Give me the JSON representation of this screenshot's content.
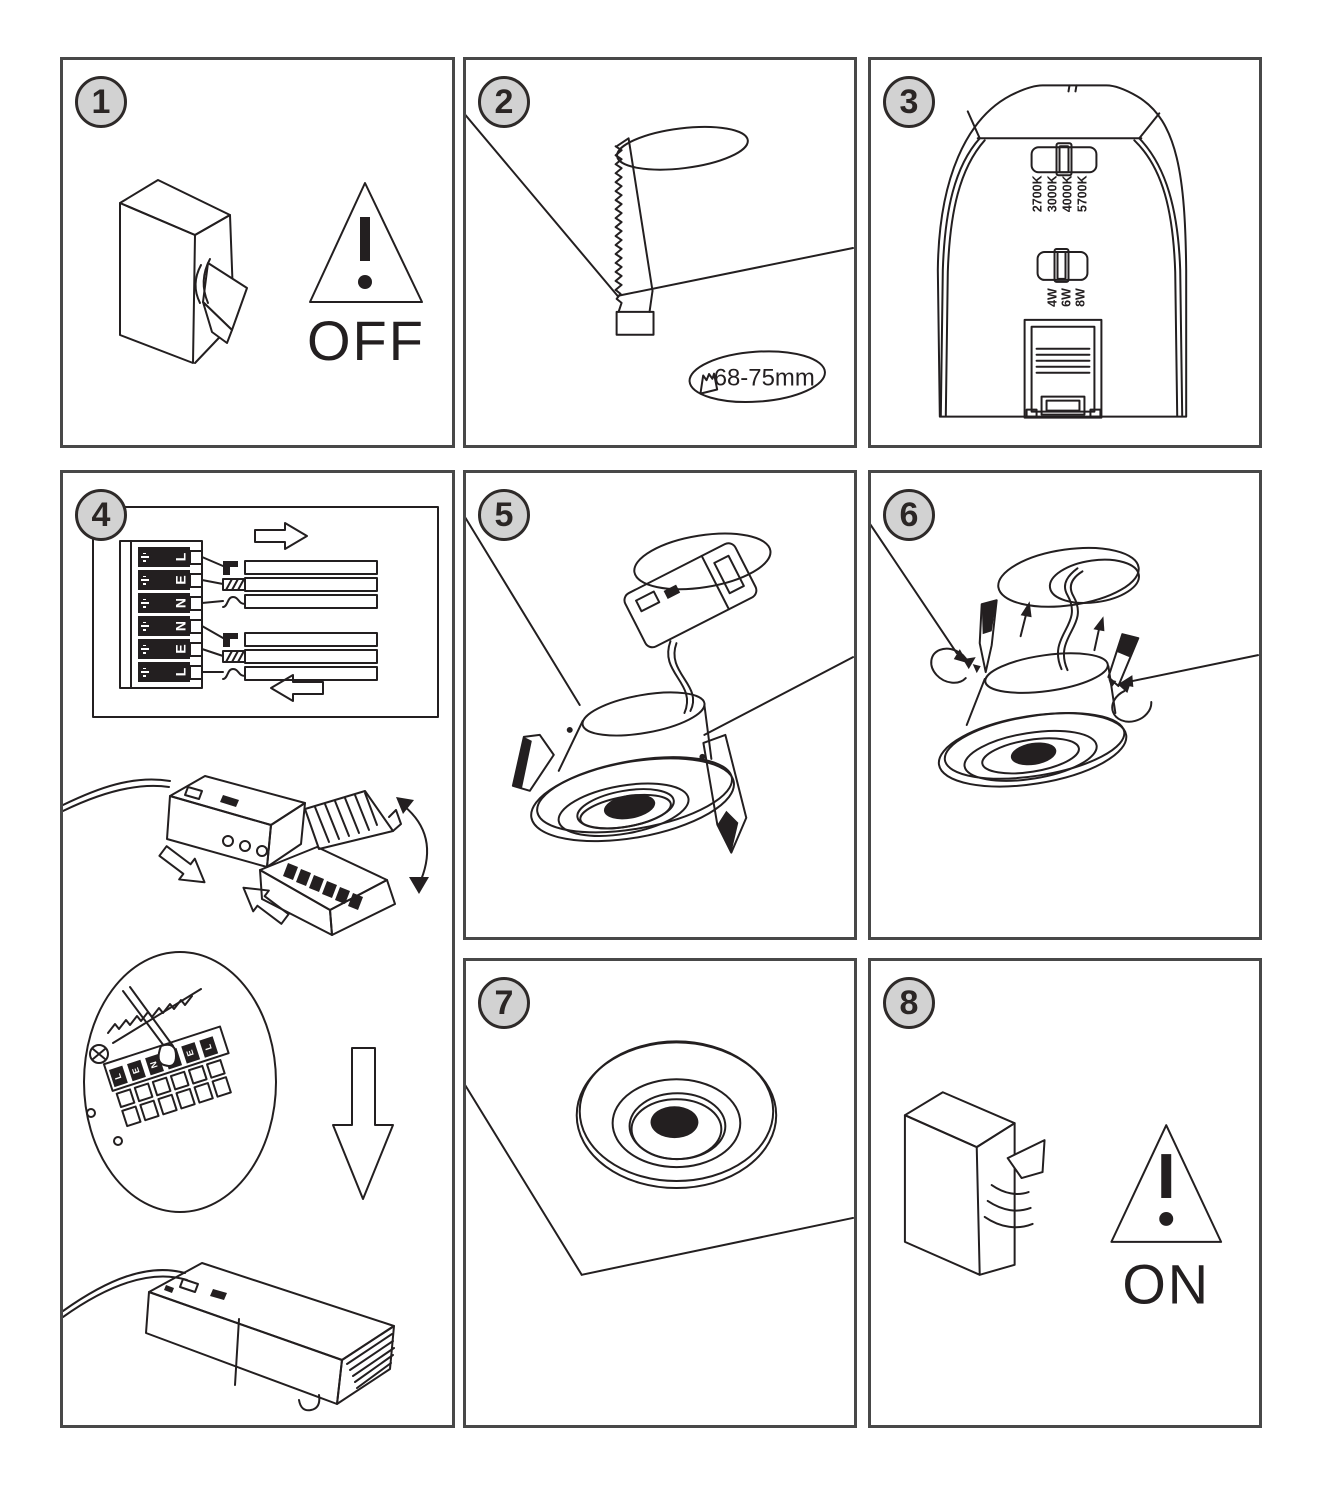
{
  "page": {
    "background": "#ffffff",
    "line_color": "#231f20",
    "panel_border_color": "#484848",
    "badge_fill": "#d2d2d2"
  },
  "panels": [
    {
      "number": "1",
      "warning_label": "OFF"
    },
    {
      "number": "2",
      "hole_diameter_label": "68-75mm"
    },
    {
      "number": "3",
      "cct_options": [
        "2700K",
        "3000K",
        "4000K",
        "5700K"
      ],
      "power_options": [
        "4W",
        "6W",
        "8W"
      ]
    },
    {
      "number": "4",
      "terminal_labels": [
        "L",
        "E",
        "N",
        "N",
        "E",
        "L"
      ]
    },
    {
      "number": "5"
    },
    {
      "number": "6"
    },
    {
      "number": "7"
    },
    {
      "number": "8",
      "warning_label": "ON"
    }
  ]
}
